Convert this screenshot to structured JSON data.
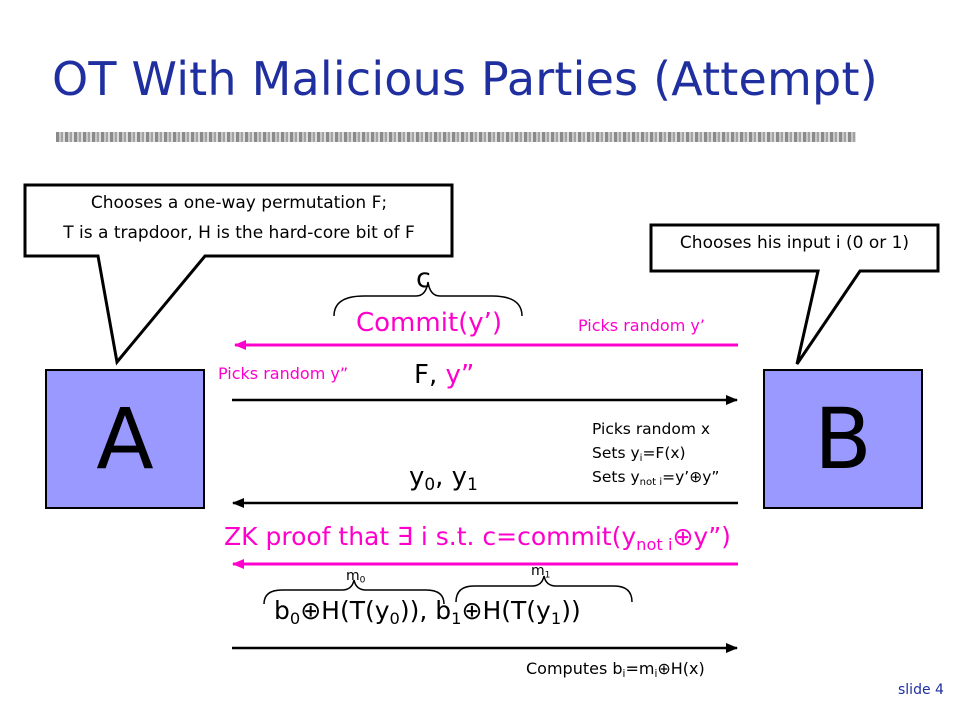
{
  "title": "OT With Malicious Parties (Attempt)",
  "callouts": {
    "a_line1": "Chooses a one-way permutation F;",
    "a_line2": "T is a trapdoor, H is the hard-core bit of F",
    "b_line1": "Chooses his input i (0 or 1)"
  },
  "parties": {
    "a": "A",
    "b": "B"
  },
  "messages": {
    "c": "c",
    "commit": "Commit(y’)",
    "picks_y_prime": "Picks random y’",
    "picks_y_dprime": "Picks random y”",
    "f": "F,",
    "f_y": " y”",
    "picks_x": "Picks random x",
    "sets_yi_pre": "Sets y",
    "sets_yi_sub": "i",
    "sets_yi_post": "=F(x)",
    "sets_ynot_pre": "Sets y",
    "sets_ynot_sub": "not i",
    "sets_ynot_post": "=y’⊕y”",
    "y_pair_a": "y",
    "y_pair_a_sub": "0",
    "y_pair_mid": ", y",
    "y_pair_b_sub": "1",
    "zk_pre": "ZK proof that ∃ i s.t. c=commit(y",
    "zk_sub": "not i",
    "zk_post": "⊕y”)",
    "m0": "m",
    "m0_sub": "0",
    "m1": "m",
    "m1_sub": "1",
    "b_expr_1": "b",
    "b_expr_1_sub": "0",
    "b_expr_2": "⊕H(T(y",
    "b_expr_2_sub": "0",
    "b_expr_3": ")), b",
    "b_expr_3_sub": "1",
    "b_expr_4": "⊕H(T(y",
    "b_expr_4_sub": "1",
    "b_expr_5": "))",
    "computes_pre": "Computes b",
    "computes_sub1": "i",
    "computes_mid": "=m",
    "computes_sub2": "i",
    "computes_post": "⊕H(x)"
  },
  "slide_number": "slide 4",
  "colors": {
    "title": "#1f2fa0",
    "party_fill": "#9999ff",
    "magenta": "#ff00cc",
    "arrow_black": "#000000"
  }
}
